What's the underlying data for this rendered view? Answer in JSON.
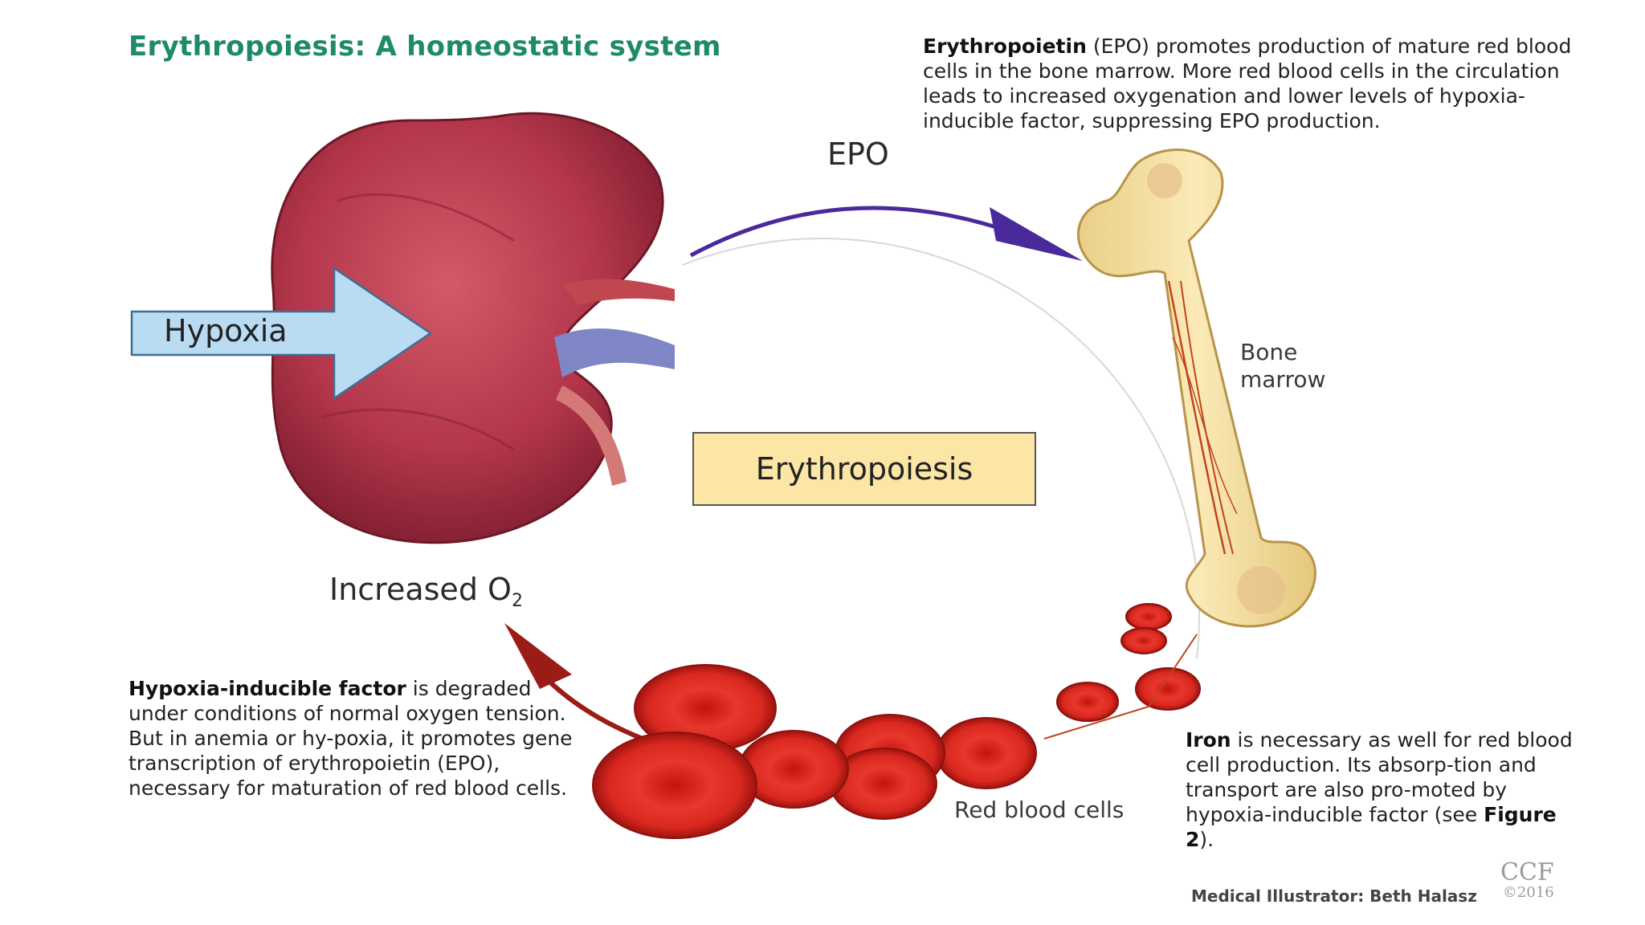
{
  "title": "Erythropoiesis: A homeostatic system",
  "epo_description": {
    "bold": "Erythropoietin",
    "rest": " (EPO) promotes production of mature red blood cells in the bone marrow. More red blood cells in the circulation leads to increased oxygenation and lower levels of hypoxia-inducible factor, suppressing EPO production."
  },
  "hif_description": {
    "bold": "Hypoxia-inducible factor",
    "rest": " is degraded under conditions of normal oxygen tension. But in anemia or hy-poxia, it promotes gene transcription of erythropoietin (EPO), necessary for maturation of red blood cells."
  },
  "iron_description": {
    "bold_1": "Iron",
    "rest_1": " is necessary as well for red blood cell production. Its absorp-tion and transport are also pro-moted by hypoxia-inducible factor (see ",
    "bold_2": "Figure 2",
    "rest_2": ")."
  },
  "labels": {
    "epo": "EPO",
    "hypoxia": "Hypoxia",
    "erythropoiesis": "Erythropoiesis",
    "increased_o2_prefix": "Increased O",
    "increased_o2_sub": "2",
    "bone_marrow_line1": "Bone",
    "bone_marrow_line2": "marrow",
    "red_blood_cells": "Red blood cells"
  },
  "credit": "Medical Illustrator: Beth Halasz",
  "logo": {
    "text": "CCF",
    "year": "©2016"
  },
  "colors": {
    "title": "#1e8a6b",
    "epo_arrow": "#4a2a9a",
    "o2_arrow": "#9b1c14",
    "kidney": "#b3364a",
    "hypoxia_arrow": "#b9dcf2",
    "erythropoiesis_box": "#fbe6a6",
    "bone": "#f7e2a8",
    "rbc": "#d9281f"
  }
}
